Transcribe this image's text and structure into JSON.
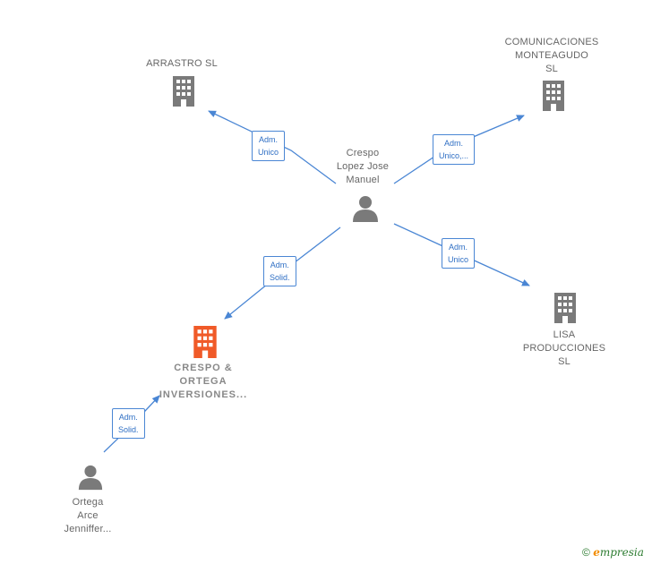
{
  "nodes": {
    "arrastro": {
      "label": "ARRASTRO SL"
    },
    "comunicaciones": {
      "label_lines": [
        "COMUNICACIONES",
        "MONTEAGUDO",
        "SL"
      ]
    },
    "crespo_person": {
      "label_lines": [
        "Crespo",
        "Lopez Jose",
        "Manuel"
      ]
    },
    "crespo_ortega": {
      "label_lines": [
        "CRESPO &",
        "ORTEGA",
        "INVERSIONES..."
      ]
    },
    "lisa": {
      "label_lines": [
        "LISA",
        "PRODUCCIONES",
        "SL"
      ]
    },
    "ortega_person": {
      "label_lines": [
        "Ortega",
        "Arce",
        "Jenniffer..."
      ]
    }
  },
  "edges": {
    "to_arrastro": [
      "Adm.",
      "Unico"
    ],
    "to_comunicaciones": [
      "Adm.",
      "Unico,..."
    ],
    "to_crespo_ortega": [
      "Adm.",
      "Solid."
    ],
    "to_lisa": [
      "Adm.",
      "Unico"
    ],
    "ortega_to_crespo_ortega": [
      "Adm.",
      "Solid."
    ]
  },
  "footer": {
    "copyright": "©",
    "brand_e": "e",
    "brand_rest": "mpresia"
  },
  "colors": {
    "edge": "#4a86d4",
    "building": "#7a7a7a",
    "focus_building": "#f05a28",
    "person": "#7a7a7a"
  }
}
